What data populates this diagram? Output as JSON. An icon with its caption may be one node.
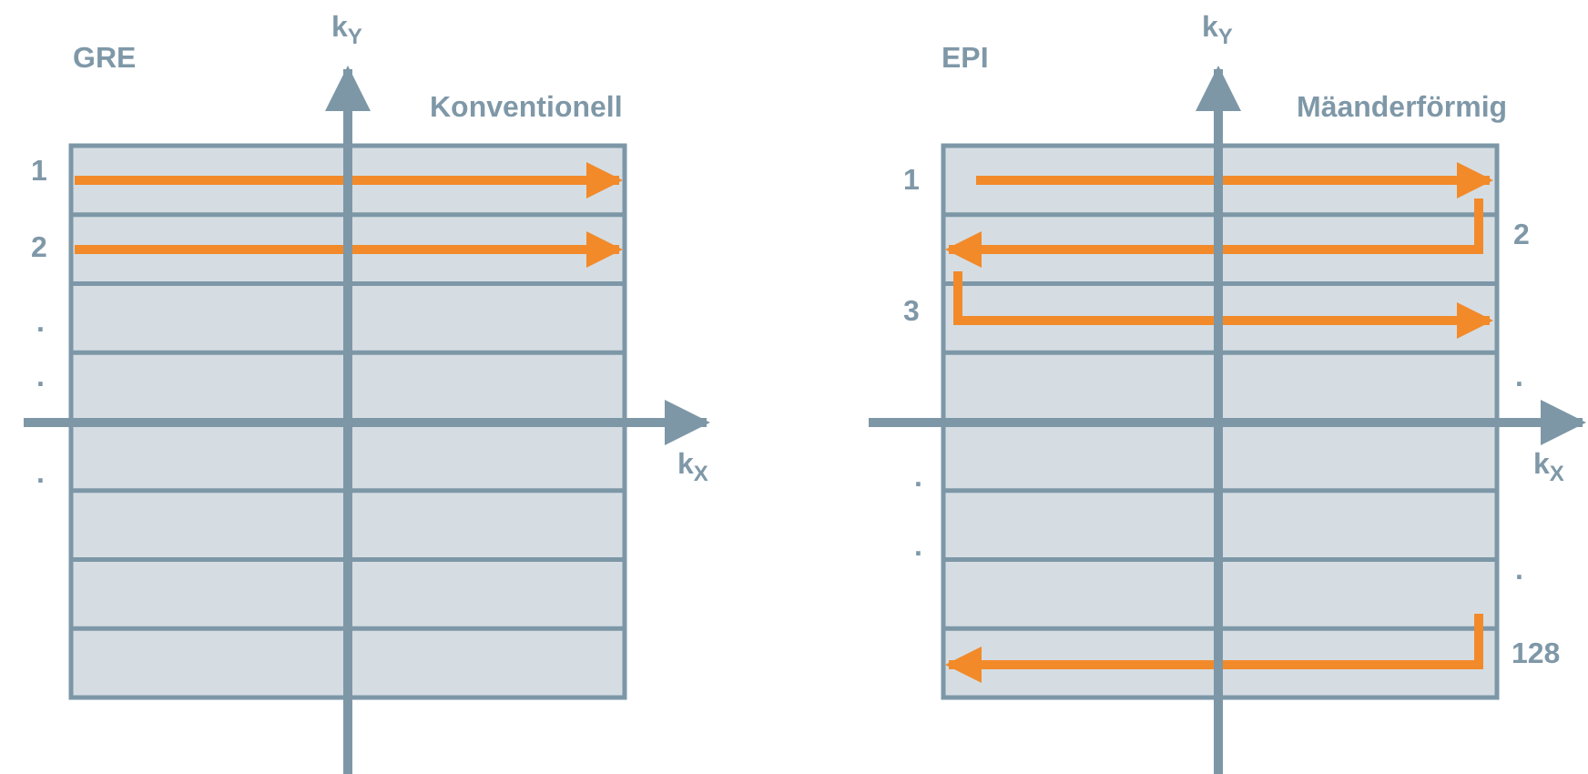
{
  "diagram": {
    "labels": [
      "GRE",
      "k$_{Y}$",
      "Konventionell",
      "1",
      "2",
      ".",
      ".",
      ".",
      "k$_{X}$",
      "EPI",
      "k$_{Y}$",
      "Mäanderförmig",
      "1",
      "2",
      "3",
      ".",
      "k$_{X}$",
      ".",
      ".",
      ".",
      "128"
    ]
  }
}
